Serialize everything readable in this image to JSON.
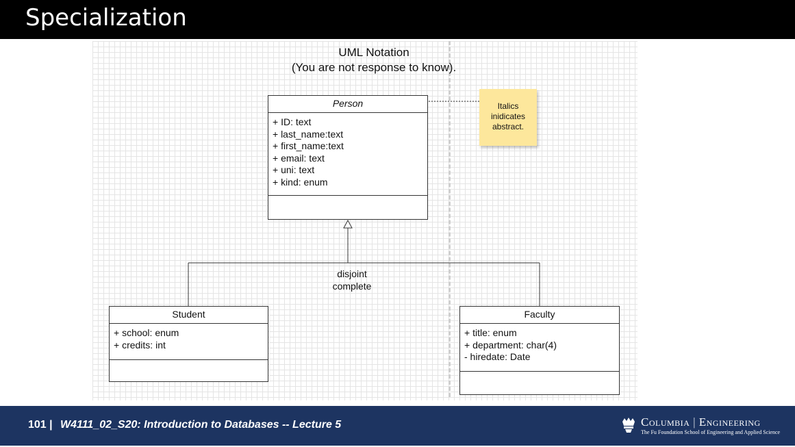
{
  "slide": {
    "title": "Specialization"
  },
  "diagram": {
    "title_line1": "UML Notation",
    "title_line2": "(You are not response to know).",
    "note": {
      "line1": "Italics",
      "line2": "inidicates",
      "line3": "abstract."
    },
    "constraint": {
      "line1": "disjoint",
      "line2": "complete"
    },
    "classes": [
      {
        "name": "Person",
        "abstract": true,
        "attributes": [
          "+ ID: text",
          "+ last_name:text",
          "+ first_name:text",
          "+ email: text",
          "+ uni: text",
          "+ kind: enum"
        ]
      },
      {
        "name": "Student",
        "abstract": false,
        "attributes": [
          "+ school: enum",
          "+ credits: int"
        ]
      },
      {
        "name": "Faculty",
        "abstract": false,
        "attributes": [
          "+ title: enum",
          "+ department: char(4)",
          "- hiredate: Date"
        ]
      }
    ]
  },
  "footer": {
    "slide_number": "101",
    "separator": "|",
    "course": "W4111_02_S20:  Introduction to Databases -- Lecture  5",
    "logo_brand_left": "Columbia",
    "logo_brand_right": "Engineering",
    "logo_tagline": "The Fu Foundation School of Engineering and Applied Science"
  },
  "colors": {
    "title_bar": "#000000",
    "footer": "#1d3461",
    "note": "#fde79c"
  }
}
